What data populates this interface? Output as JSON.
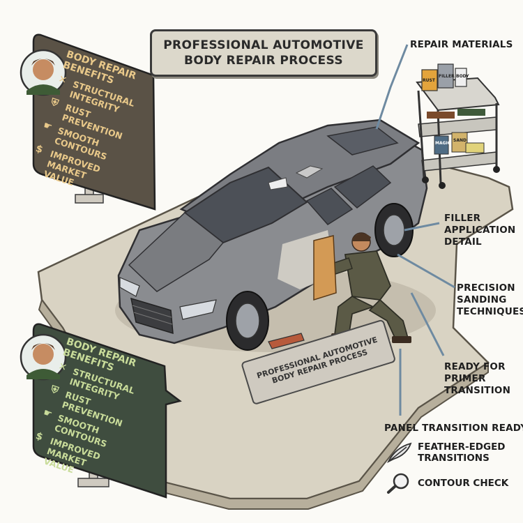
{
  "title": {
    "line1": "PROFESSIONAL AUTOMOTIVE",
    "line2": "BODY REPAIR PROCESS"
  },
  "callouts": {
    "repair_materials": "REPAIR MATERIALS",
    "filler": [
      "FILLER",
      "APPLICATION",
      "DETAIL"
    ],
    "sanding": [
      "PRECISION",
      "SANDING",
      "TECHNIQUES"
    ],
    "primer": [
      "READY FOR",
      "PRIMER",
      "TRANSITION"
    ],
    "panel": "PANEL TRANSITION READY"
  },
  "legend": {
    "feather": [
      "FEATHER-EDGED",
      "TRANSITIONS"
    ],
    "contour": "CONTOUR CHECK"
  },
  "sign_top": {
    "heading": [
      "BODY REPAIR",
      "BENEFITS"
    ],
    "items": [
      {
        "icon": "wrench-screwdriver-icon",
        "lines": [
          "STRUCTURAL",
          "INTEGRITY"
        ]
      },
      {
        "icon": "shield-icon",
        "lines": [
          "RUST PREVENTION"
        ]
      },
      {
        "icon": "hand-icon",
        "lines": [
          "SMOOTH CONTOURS"
        ]
      },
      {
        "icon": "money-bag-icon",
        "lines": [
          "IMPROVED MARKET",
          "VALUE"
        ]
      }
    ]
  },
  "sign_bottom": {
    "heading": [
      "BODY REPAIR",
      "BENEFITS"
    ],
    "items": [
      {
        "icon": "wrench-screwdriver-icon",
        "lines": [
          "STRUCTURAL",
          "INTEGRITY"
        ]
      },
      {
        "icon": "shield-icon",
        "lines": [
          "RUST PREVENTION"
        ]
      },
      {
        "icon": "hand-icon",
        "lines": [
          "SMOOTH CONTOURS"
        ]
      },
      {
        "icon": "money-bag-icon",
        "lines": [
          "IMPROVED",
          "MARKET VALUE"
        ]
      }
    ]
  },
  "plaque": {
    "line1": "PROFESSIONAL AUTOMOTIVE",
    "line2": "BODY REPAIR PROCESS"
  },
  "cart_labels": {
    "can1": "RUST",
    "can2": "FILLER",
    "can3": "BODY",
    "bin1": "MAGIC",
    "bin2": "SAND"
  },
  "colors": {
    "platform": "#d9d3c3",
    "car_body": "#8a8c90",
    "sign_top_bg": "#5a5246",
    "sign_bottom_bg": "#3f4d3f",
    "sign_text": "#e9c98a",
    "sign_text_green": "#c9dc9a",
    "worker": "#5b5a46"
  }
}
